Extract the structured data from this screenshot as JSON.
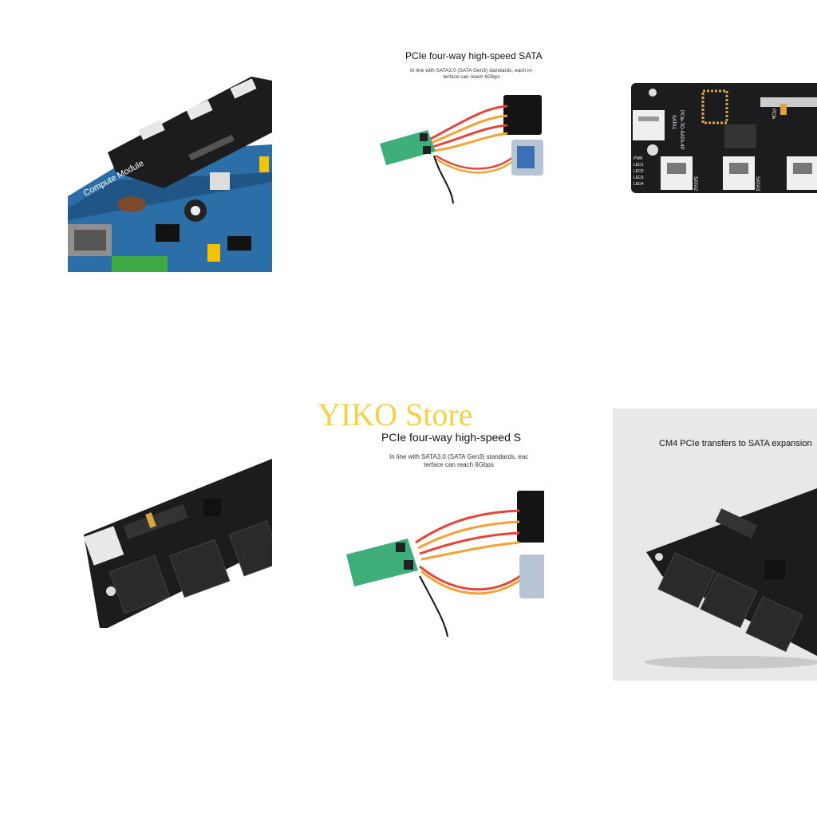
{
  "tiles": {
    "t1": {
      "board_label": "Compute Module"
    },
    "t2": {
      "title": "PCIe four-way high-speed SATA",
      "subtitle_line1": "In line with SATA3.0 (SATA Gen3) standards, each in-",
      "subtitle_line2": "terface can reach 6Gbps"
    },
    "t3": {
      "board_name": "PCIe-TO-SATA-4P",
      "sata1": "SATA1",
      "sata2": "SATA2",
      "sata3": "SATA3",
      "pcie": "PCIe",
      "leds": [
        "PWR",
        "LED1",
        "LED2",
        "LED3",
        "LED4"
      ]
    },
    "t5": {
      "title": "PCIe four-way high-speed S",
      "subtitle_line1": "In line with SATA3.0 (SATA Gen3) standards, eac",
      "subtitle_line2": "terface can reach 6Gbps"
    },
    "t6": {
      "title": "CM4 PCIe transfers to SATA expansion"
    }
  },
  "watermark": {
    "text": "YIKO Store"
  },
  "colors": {
    "pcb_black": "#1c1c1e",
    "pcb_blue": "#2c6fa8",
    "pcb_green": "#3fae7a",
    "gold": "#d9a441",
    "wire_red": "#e2463a",
    "wire_orange": "#f4a236",
    "watermark": "#f1d24a"
  }
}
